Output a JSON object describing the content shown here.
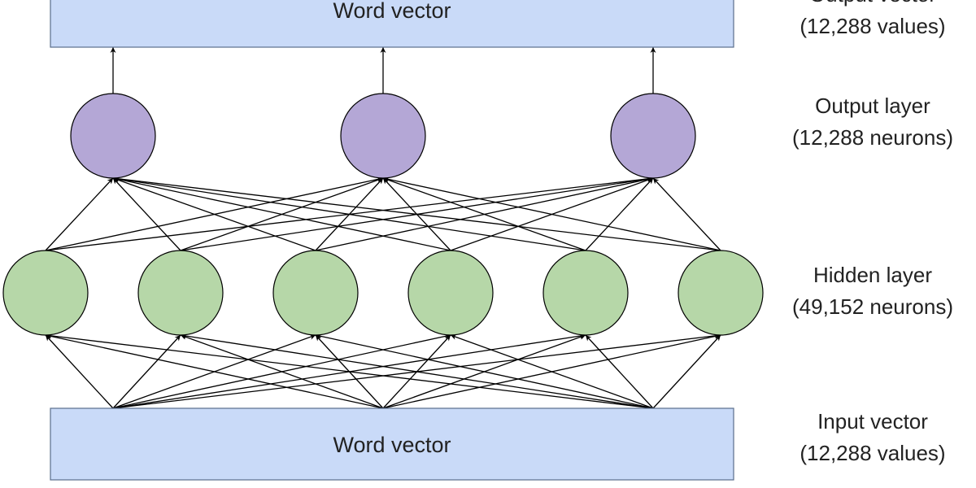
{
  "colors": {
    "vector_box_fill": "#c9daf8",
    "output_neuron_fill": "#b4a7d6",
    "hidden_neuron_fill": "#b6d7a8",
    "line": "#000000",
    "text": "#222222"
  },
  "output_vector": {
    "box_label": "Word vector",
    "side_label_line1": "Output vector",
    "side_label_line2": "(12,288 values)"
  },
  "output_layer": {
    "neuron_count_shown": 3,
    "side_label_line1": "Output layer",
    "side_label_line2": "(12,288 neurons)"
  },
  "hidden_layer": {
    "neuron_count_shown": 6,
    "side_label_line1": "Hidden layer",
    "side_label_line2": "(49,152 neurons)"
  },
  "input_vector": {
    "box_label": "Word vector",
    "side_label_line1": "Input vector",
    "side_label_line2": "(12,288 values)"
  }
}
